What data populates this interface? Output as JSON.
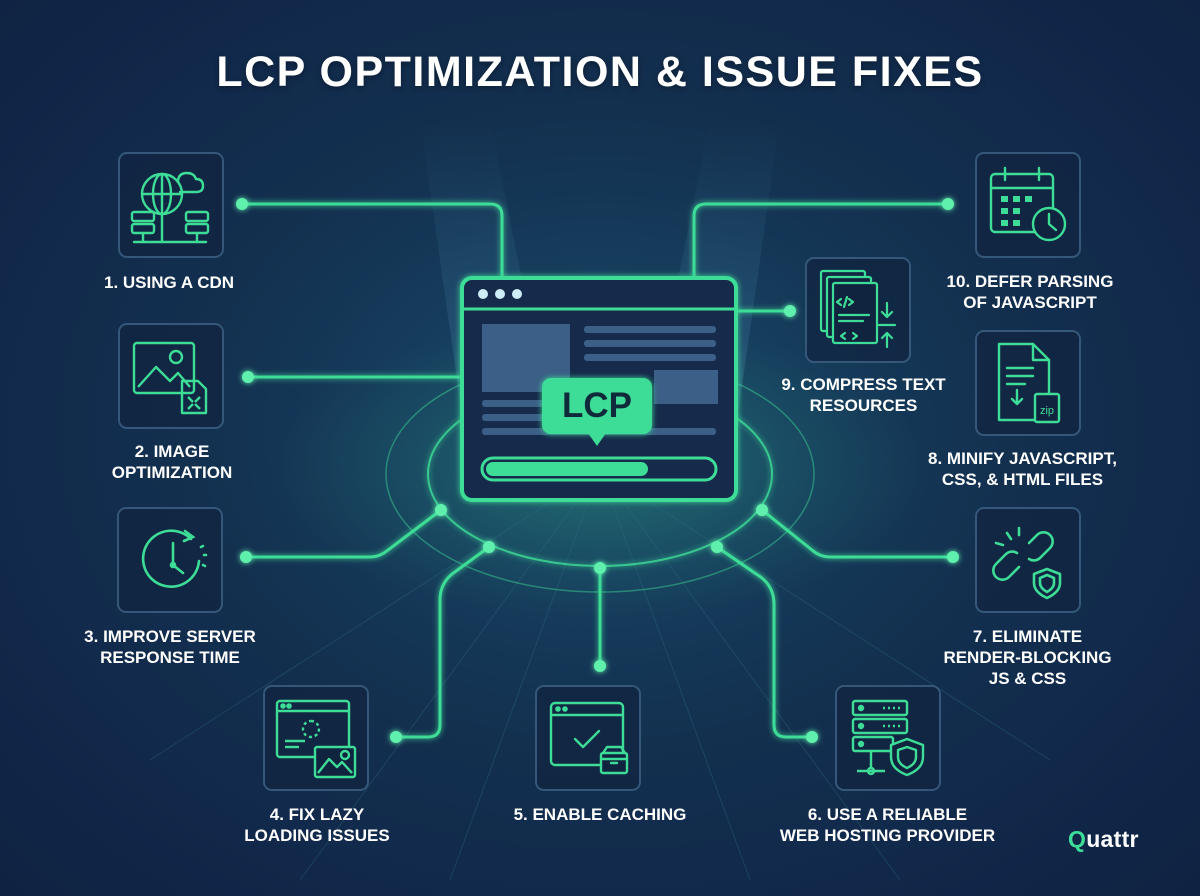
{
  "title": "LCP OPTIMIZATION & ISSUE FIXES",
  "center_badge": "LCP",
  "colors": {
    "accent": "#3ddc97",
    "background": "#12294a",
    "tile_border": "#35577a",
    "text": "#ffffff"
  },
  "items": [
    {
      "label": "1. USING A CDN",
      "icon": "globe-server-cloud-icon"
    },
    {
      "label": "2. IMAGE\nOPTIMIZATION",
      "icon": "image-compress-icon"
    },
    {
      "label": "3. IMPROVE SERVER\nRESPONSE TIME",
      "icon": "stopwatch-icon"
    },
    {
      "label": "4. FIX LAZY\nLOADING ISSUES",
      "icon": "browser-loading-image-icon"
    },
    {
      "label": "5. ENABLE CACHING",
      "icon": "browser-check-box-icon"
    },
    {
      "label": "6. USE A RELIABLE\nWEB HOSTING PROVIDER",
      "icon": "server-shield-icon"
    },
    {
      "label": "7. ELIMINATE\nRENDER-BLOCKING\nJS & CSS",
      "icon": "broken-chain-shield-icon"
    },
    {
      "label": "8. MINIFY JAVASCRIPT,\nCSS, & HTML FILES",
      "icon": "zip-file-icon"
    },
    {
      "label": "9. COMPRESS TEXT\nRESOURCES",
      "icon": "code-files-compress-icon"
    },
    {
      "label": "10. DEFER PARSING\nOF JAVASCRIPT",
      "icon": "calendar-clock-icon"
    }
  ],
  "brand": {
    "accent_part": "Q",
    "rest": "uattr"
  }
}
